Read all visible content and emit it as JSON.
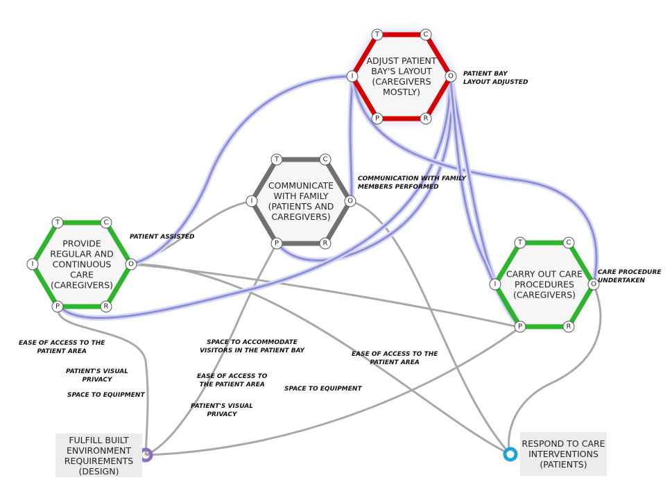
{
  "functions": [
    {
      "id": "adjust",
      "label": "ADJUST PATIENT BAY'S LAYOUT (CAREGIVERS MOSTLY)",
      "border_color": "#d40000",
      "highlighted": true
    },
    {
      "id": "communicate",
      "label": "COMMUNICATE WITH FAMILY (PATIENTS AND CAREGIVERS)",
      "border_color": "#707070",
      "highlighted": false
    },
    {
      "id": "provide",
      "label": "PROVIDE REGULAR AND CONTINUOUS CARE (CAREGIVERS)",
      "border_color": "#2db52d",
      "highlighted": false
    },
    {
      "id": "carry",
      "label": "CARRY OUT CARE PROCEDURES (CAREGIVERS)",
      "border_color": "#2db52d",
      "highlighted": false
    }
  ],
  "ports": [
    "T",
    "C",
    "O",
    "R",
    "P",
    "I"
  ],
  "background_functions": [
    {
      "id": "fulfill",
      "label": "FULFILL BUILT ENVIRONMENT REQUIREMENTS (DESIGN)",
      "port_color": "#8e6bc4"
    },
    {
      "id": "respond",
      "label": "RESPOND TO CARE INTERVENTIONS (PATIENTS)",
      "port_color": "#1aa3d9"
    }
  ],
  "link_labels": [
    "PATIENT BAY\nLAYOUT ADJUSTED",
    "COMMUNICATION WITH FAMILY\nMEMBERS PERFORMED",
    "PATIENT ASSISTED",
    "CARE PROCEDURE\nUNDERTAKEN",
    "EASE OF ACCESS TO THE\nPATIENT AREA",
    "PATIENT'S VISUAL\nPRIVACY",
    "SPACE TO EQUIPMENT",
    "SPACE TO ACCOMMODATE\nVISITORS IN THE PATIENT BAY",
    "EASE OF ACCESS TO\nTHE PATIENT AREA",
    "PATIENT'S VISUAL\nPRIVACY",
    "SPACE TO EQUIPMENT",
    "EASE OF ACCESS TO THE\nPATIENT AREA"
  ],
  "colors": {
    "link_gray": "#a8a8a8",
    "link_highlight": "#8c8ed8",
    "hex_fill": "#f6f6f6"
  }
}
